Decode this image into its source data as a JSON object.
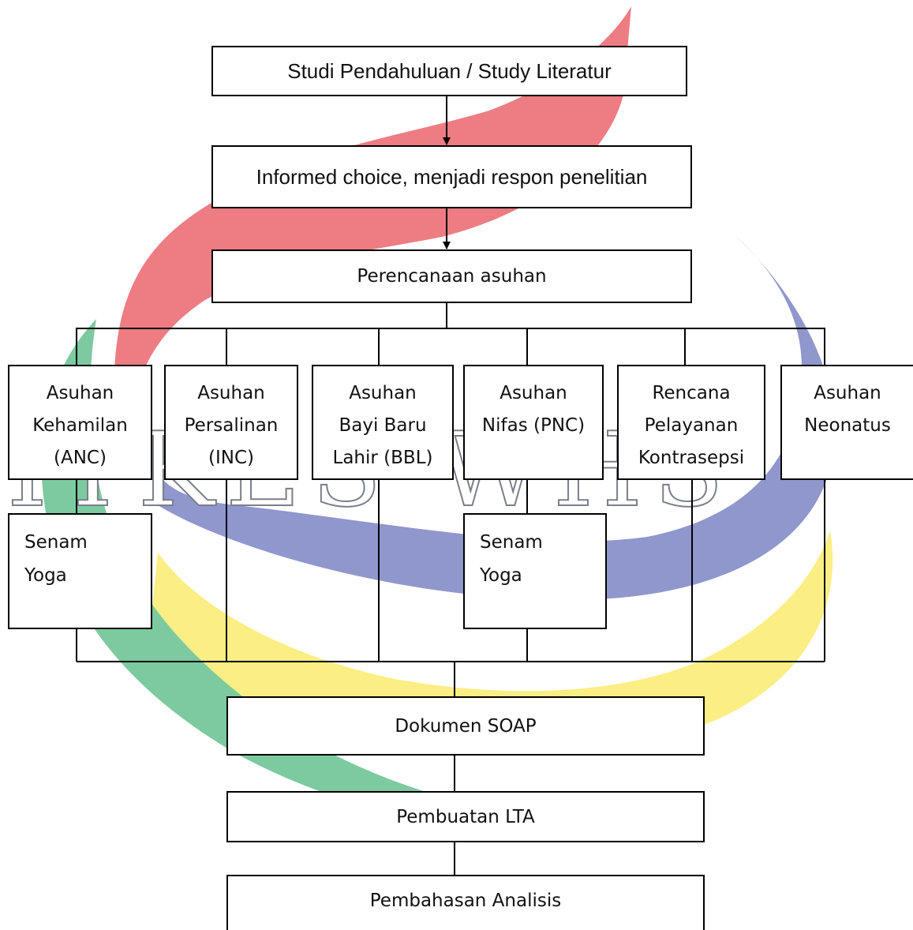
{
  "colors": {
    "watermark_red": "#ee7c83",
    "watermark_blue": "#8f97cd",
    "watermark_yellow": "#fbee84",
    "watermark_green": "#7dcaa0",
    "box_border": "#000000",
    "text": "#111111"
  },
  "watermark": {
    "text": "ITKES WHS"
  },
  "flow": {
    "study": "Studi Pendahuluan / Study Literatur",
    "informed": "Informed choice, menjadi respon penelitian",
    "planning": "Perencanaan asuhan",
    "care_types": [
      {
        "lines": [
          "Asuhan",
          "Kehamilan",
          "(ANC)"
        ]
      },
      {
        "lines": [
          "Asuhan",
          "Persalinan",
          "(INC)"
        ]
      },
      {
        "lines": [
          "Asuhan",
          "Bayi Baru",
          "Lahir (BBL)"
        ]
      },
      {
        "lines": [
          "Asuhan",
          "Nifas (PNC)"
        ]
      },
      {
        "lines": [
          "Rencana",
          "Pelayanan",
          "Kontrasepsi"
        ]
      },
      {
        "lines": [
          "Asuhan",
          "Neonatus"
        ]
      }
    ],
    "senam_anc": [
      "Senam",
      "Yoga"
    ],
    "senam_pnc": [
      "Senam",
      "Yoga"
    ],
    "soap": "Dokumen SOAP",
    "lta": "Pembuatan LTA",
    "analysis": "Pembahasan Analisis"
  }
}
